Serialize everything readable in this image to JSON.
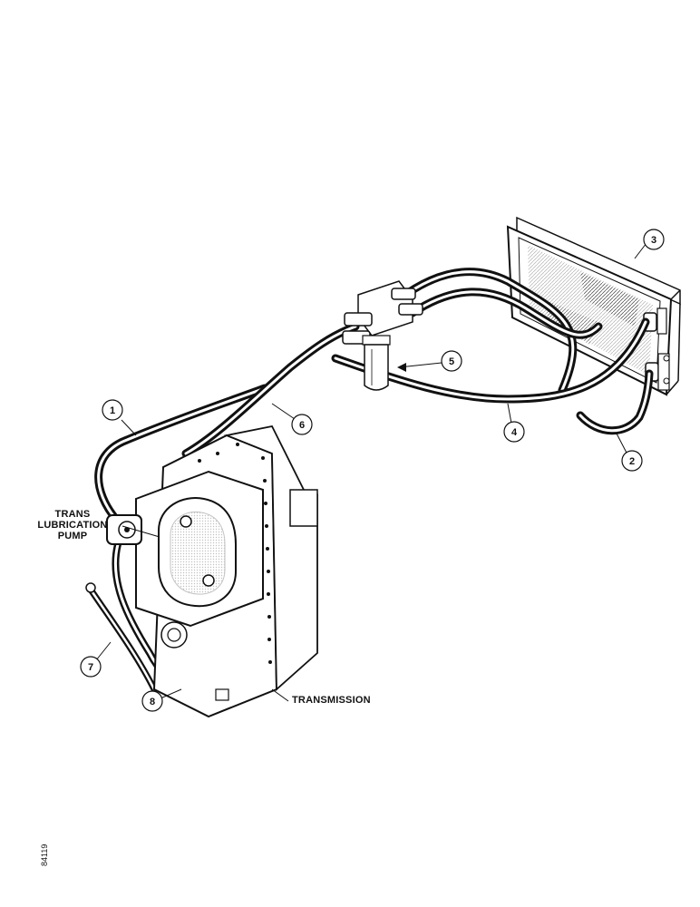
{
  "labels": {
    "trans_line1": "TRANS",
    "trans_line2": "LUBRICATION",
    "trans_line3": "PUMP",
    "transmission": "TRANSMISSION",
    "reference": "84119"
  },
  "callouts": {
    "c1": "1",
    "c2": "2",
    "c3": "3",
    "c4": "4",
    "c5": "5",
    "c6": "6",
    "c7": "7",
    "c8": "8"
  }
}
